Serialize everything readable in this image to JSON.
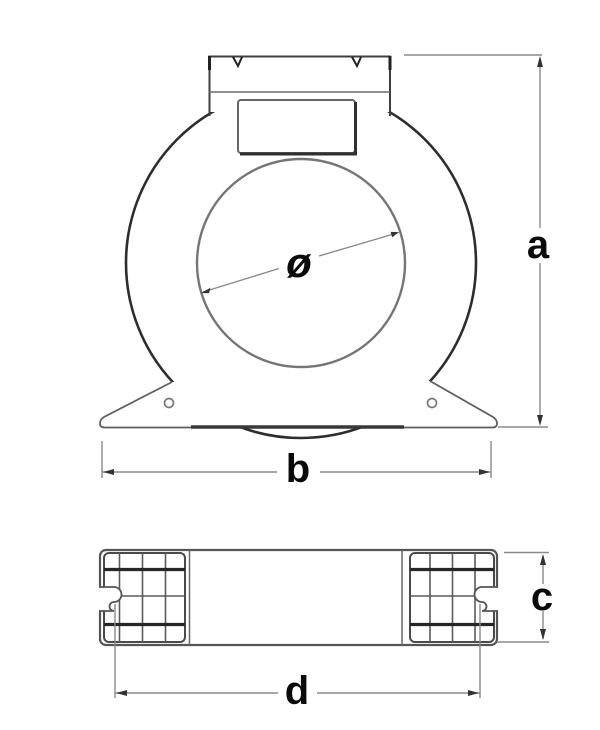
{
  "labels": {
    "a": "a",
    "b": "b",
    "c": "c",
    "d": "d",
    "phi": "ø"
  },
  "colors": {
    "background": "#ffffff",
    "outline_dark": "#2d2d2d",
    "outline_medium": "#555555",
    "outline_light": "#757575",
    "dimension_line": "#8a8a8a",
    "rib_accent": "#262626",
    "label_text": "#0a0a0a"
  }
}
